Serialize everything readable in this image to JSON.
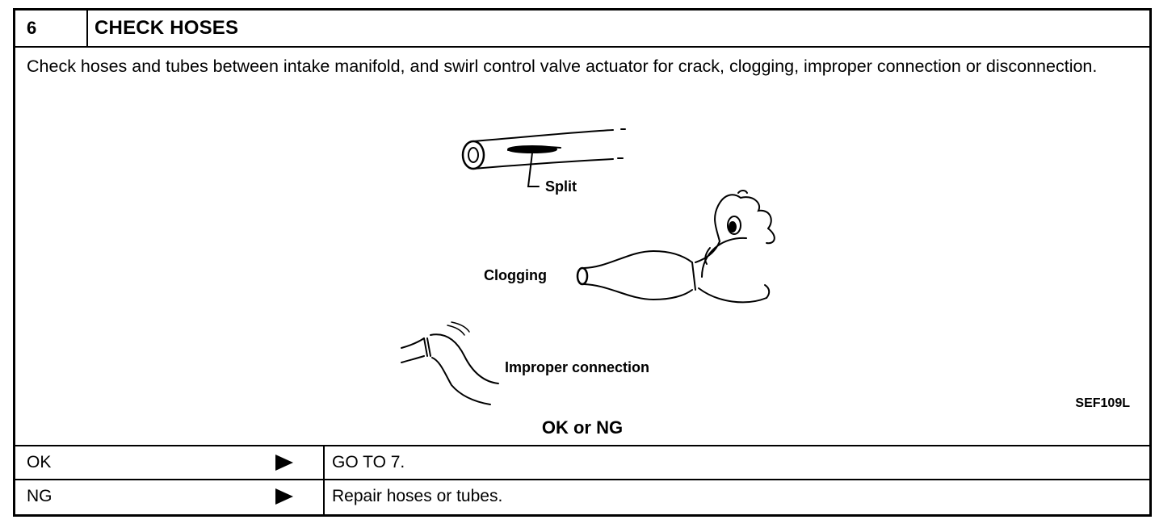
{
  "step": {
    "number": "6",
    "title": "CHECK HOSES"
  },
  "instruction": "Check hoses and tubes between intake manifold, and swirl control valve actuator for crack, clogging, improper connection or disconnection.",
  "figure": {
    "labels": {
      "split": "Split",
      "clogging": "Clogging",
      "improper": "Improper connection"
    },
    "code": "SEF109L"
  },
  "result": {
    "heading": "OK or NG",
    "rows": [
      {
        "condition": "OK",
        "action": "GO TO 7."
      },
      {
        "condition": "NG",
        "action": "Repair hoses or tubes."
      }
    ]
  }
}
